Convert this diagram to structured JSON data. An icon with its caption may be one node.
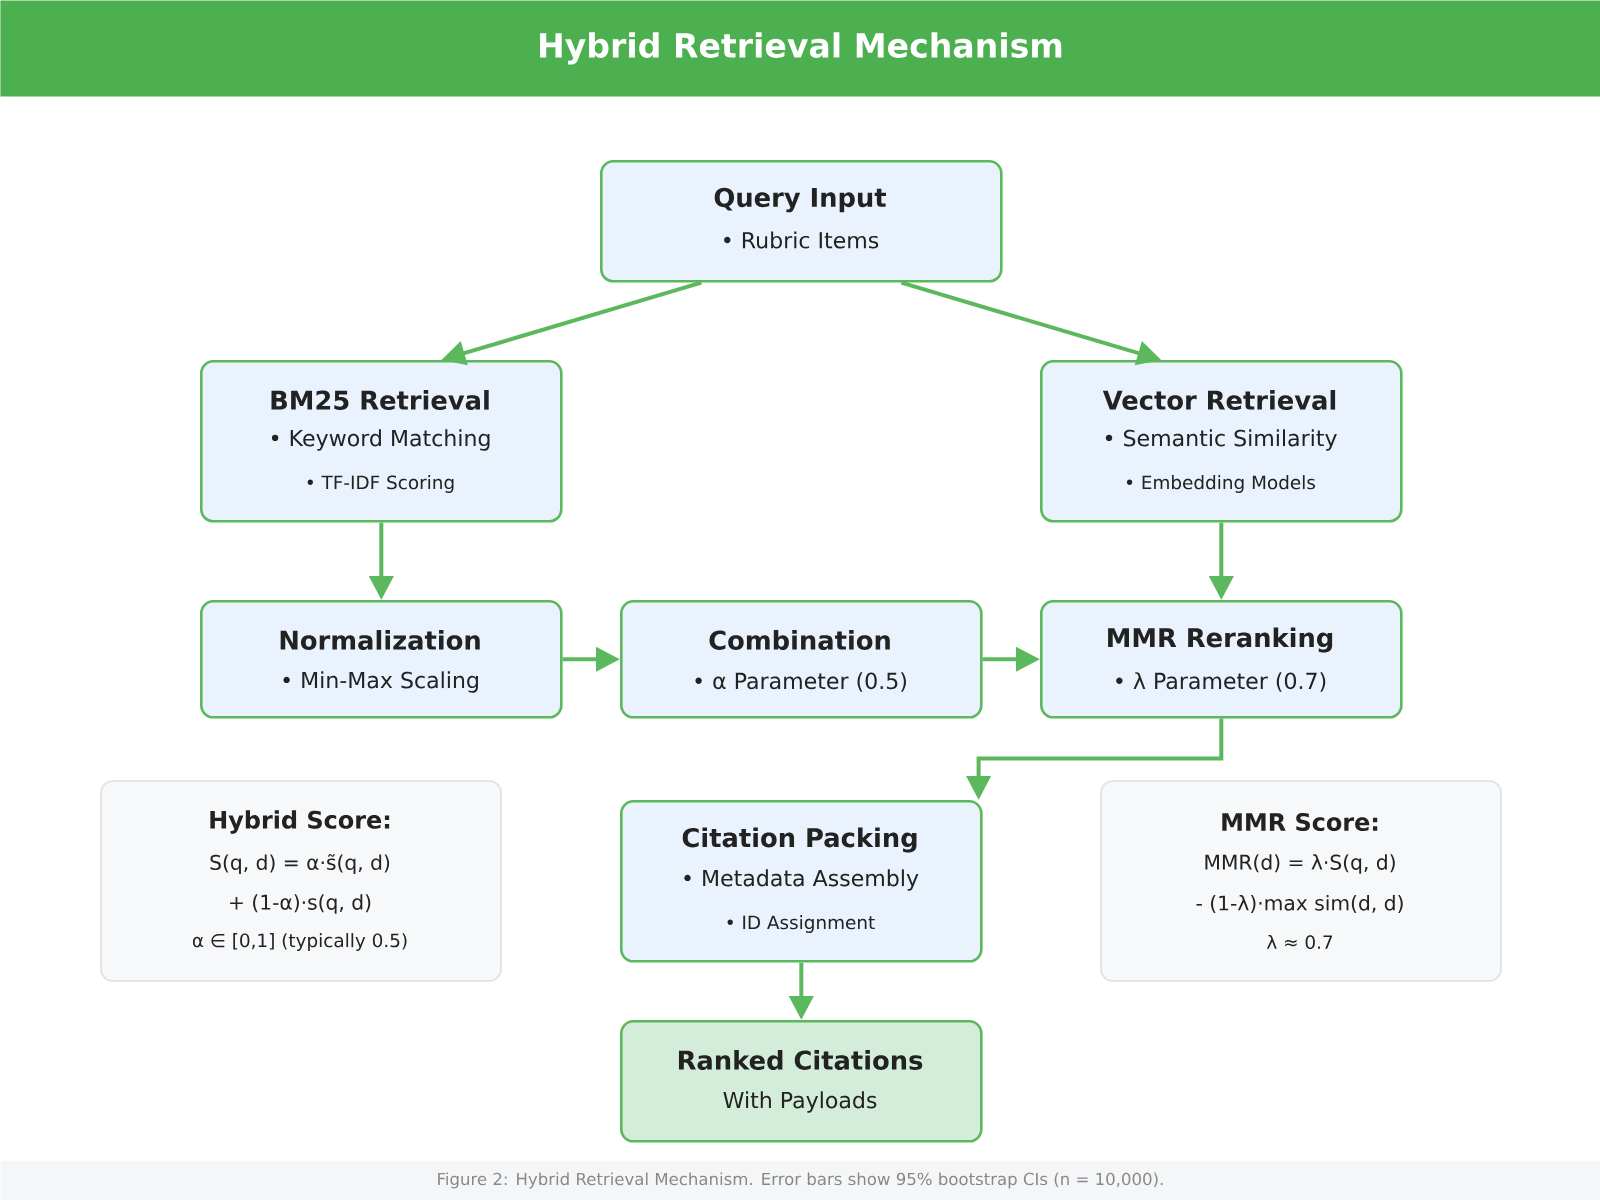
{
  "diagram": {
    "title": "Hybrid Retrieval Mechanism",
    "caption": "Figure 2: Hybrid Retrieval Mechanism. Error bars show 95% bootstrap CIs (n = 10,000).",
    "nodes": [
      {
        "text": [
          "Query Input",
          "• Rubric Items"
        ]
      },
      {
        "text": [
          "BM25 Retrieval",
          "• Keyword Matching",
          "• TF-IDF Scoring"
        ]
      },
      {
        "text": [
          "Vector Retrieval",
          "• Semantic Similarity",
          "• Embedding Models"
        ]
      },
      {
        "text": [
          "Normalization",
          "• Min-Max Scaling"
        ]
      },
      {
        "text": [
          "Combination",
          "• α Parameter (0.5)"
        ]
      },
      {
        "text": [
          "MMR Reranking",
          "• λ Parameter (0.7)"
        ]
      },
      {
        "text": [
          "Hybrid Score:",
          "S(q, d) = α·s̃(q, d)",
          "+ (1-α)·s(q, d)",
          "α ∈ [0,1] (typically 0.5)"
        ]
      },
      {
        "text": [
          "Citation Packing",
          "• Metadata Assembly",
          "• ID Assignment"
        ]
      },
      {
        "text": [
          "MMR Score:",
          "MMR(d) = λ·S(q, d)",
          "- (1-λ)·max sim(d, d)",
          "λ ≈ 0.7"
        ]
      },
      {
        "text": [
          "Ranked Citations",
          "With Payloads"
        ]
      }
    ],
    "edges": [
      {
        "from": 0,
        "to": 1,
        "arrow": "to"
      },
      {
        "from": 0,
        "to": 2,
        "arrow": "to"
      },
      {
        "from": 1,
        "to": 3,
        "arrow": "to"
      },
      {
        "from": 2,
        "to": 5,
        "arrow": "to"
      },
      {
        "from": 3,
        "to": 4,
        "arrow": "to"
      },
      {
        "from": 4,
        "to": 5,
        "arrow": "to"
      },
      {
        "from": 5,
        "to": 7,
        "arrow": "to"
      },
      {
        "from": 7,
        "to": 9,
        "arrow": "to"
      }
    ]
  }
}
